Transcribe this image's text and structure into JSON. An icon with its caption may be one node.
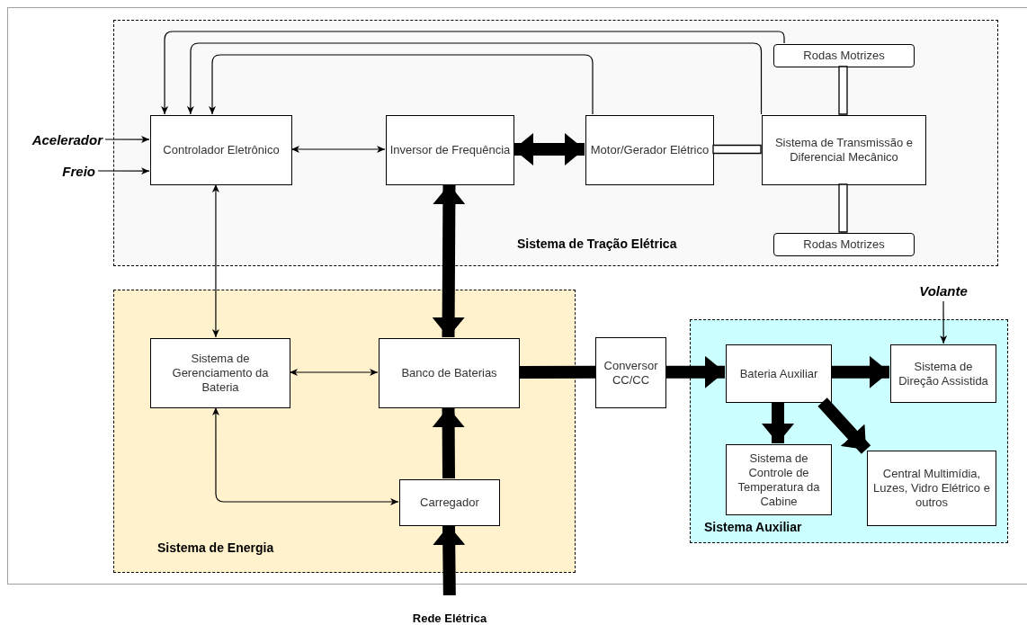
{
  "diagram": {
    "nodes": [
      {
        "text": [
          "Sistema de Tração Elétrica"
        ]
      },
      {
        "text": [
          "Controlador Eletrônico"
        ],
        "in": 0
      },
      {
        "text": [
          "Inversor de Frequência"
        ],
        "in": 0
      },
      {
        "text": [
          "Motor/Gerador Elétrico"
        ],
        "in": 0
      },
      {
        "text": [
          "Sistema de Transmissão e Diferencial Mecânico"
        ],
        "in": 0
      },
      {
        "text": [
          "Rodas Motrizes"
        ],
        "in": 0
      },
      {
        "text": [
          "Rodas Motrizes"
        ],
        "in": 0
      },
      {
        "text": [
          "Sistema de Energia"
        ]
      },
      {
        "text": [
          "Sistema de Gerenciamento da Bateria"
        ],
        "in": 7
      },
      {
        "text": [
          "Banco de Baterias"
        ],
        "in": 7
      },
      {
        "text": [
          "Carregador"
        ],
        "in": 7
      },
      {
        "text": [
          "Conversor CC/CC"
        ]
      },
      {
        "text": [
          "Sistema Auxiliar"
        ]
      },
      {
        "text": [
          "Bateria Auxiliar"
        ],
        "in": 12
      },
      {
        "text": [
          "Sistema de Direção Assistida"
        ],
        "in": 12
      },
      {
        "text": [
          "Sistema de Controle de Temperatura da Cabine"
        ],
        "in": 12
      },
      {
        "text": [
          "Central Multimídia, Luzes, Vidro Elétrico e outros"
        ],
        "in": 12
      },
      {
        "text": [
          "Acelerador"
        ]
      },
      {
        "text": [
          "Freio"
        ]
      },
      {
        "text": [
          "Volante"
        ]
      },
      {
        "text": [
          "Rede Elétrica"
        ]
      }
    ],
    "edges": [
      {
        "from": 17,
        "to": 1,
        "arrow": "to"
      },
      {
        "from": 18,
        "to": 1,
        "arrow": "to"
      },
      {
        "from": 1,
        "to": 2,
        "arrow": "both"
      },
      {
        "from": 2,
        "to": 3,
        "arrow": "both",
        "style": "thick"
      },
      {
        "from": 3,
        "to": 4,
        "arrow": "none",
        "style": "thick",
        "color": "#ffffff"
      },
      {
        "from": 4,
        "to": 5,
        "arrow": "none",
        "style": "thick",
        "color": "#ffffff"
      },
      {
        "from": 4,
        "to": 6,
        "arrow": "none",
        "style": "thick",
        "color": "#ffffff"
      },
      {
        "from": 5,
        "to": 1,
        "arrow": "to"
      },
      {
        "from": 4,
        "to": 1,
        "arrow": "to"
      },
      {
        "from": 3,
        "to": 1,
        "arrow": "to"
      },
      {
        "from": 1,
        "to": 8,
        "arrow": "both"
      },
      {
        "from": 2,
        "to": 9,
        "arrow": "both",
        "style": "thick"
      },
      {
        "from": 8,
        "to": 9,
        "arrow": "both"
      },
      {
        "from": 8,
        "to": 10,
        "arrow": "both"
      },
      {
        "from": 10,
        "to": 9,
        "arrow": "to",
        "style": "thick"
      },
      {
        "from": 20,
        "to": 10,
        "arrow": "to",
        "style": "thick"
      },
      {
        "from": 9,
        "to": 11,
        "arrow": "none",
        "style": "thick"
      },
      {
        "from": 11,
        "to": 13,
        "arrow": "to",
        "style": "thick"
      },
      {
        "from": 13,
        "to": 14,
        "arrow": "to",
        "style": "thick"
      },
      {
        "from": 13,
        "to": 15,
        "arrow": "to",
        "style": "thick"
      },
      {
        "from": 13,
        "to": 16,
        "arrow": "to",
        "style": "thick"
      },
      {
        "from": 19,
        "to": 14,
        "arrow": "to"
      }
    ]
  }
}
